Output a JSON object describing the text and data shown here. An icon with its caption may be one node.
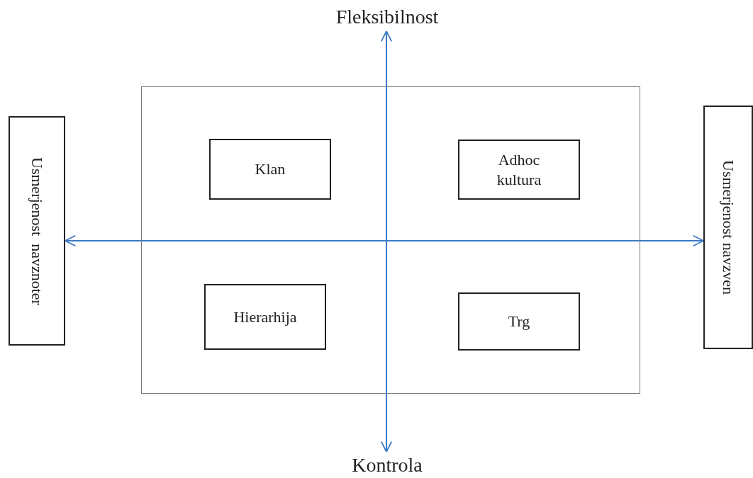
{
  "diagram": {
    "nodes": [
      {
        "text": [
          "Fleksibilnost"
        ]
      },
      {
        "text": [],
        "shape": "box"
      },
      {
        "text": [
          "Klan"
        ],
        "in": 1
      },
      {
        "text": [
          "Adhoc kultura"
        ],
        "in": 1
      },
      {
        "text": [
          "Hierarhija"
        ],
        "in": 1
      },
      {
        "text": [
          "Trg"
        ],
        "in": 1
      },
      {
        "text": [
          "Usmerjenost  navznoter"
        ]
      },
      {
        "text": [
          "Usmerjenost navzven"
        ]
      },
      {
        "text": [
          "Kontrola"
        ]
      }
    ],
    "edges": [
      {
        "from": 6,
        "to": 7,
        "arrow": "both"
      },
      {
        "from": 0,
        "to": 8,
        "arrow": "both"
      }
    ]
  }
}
